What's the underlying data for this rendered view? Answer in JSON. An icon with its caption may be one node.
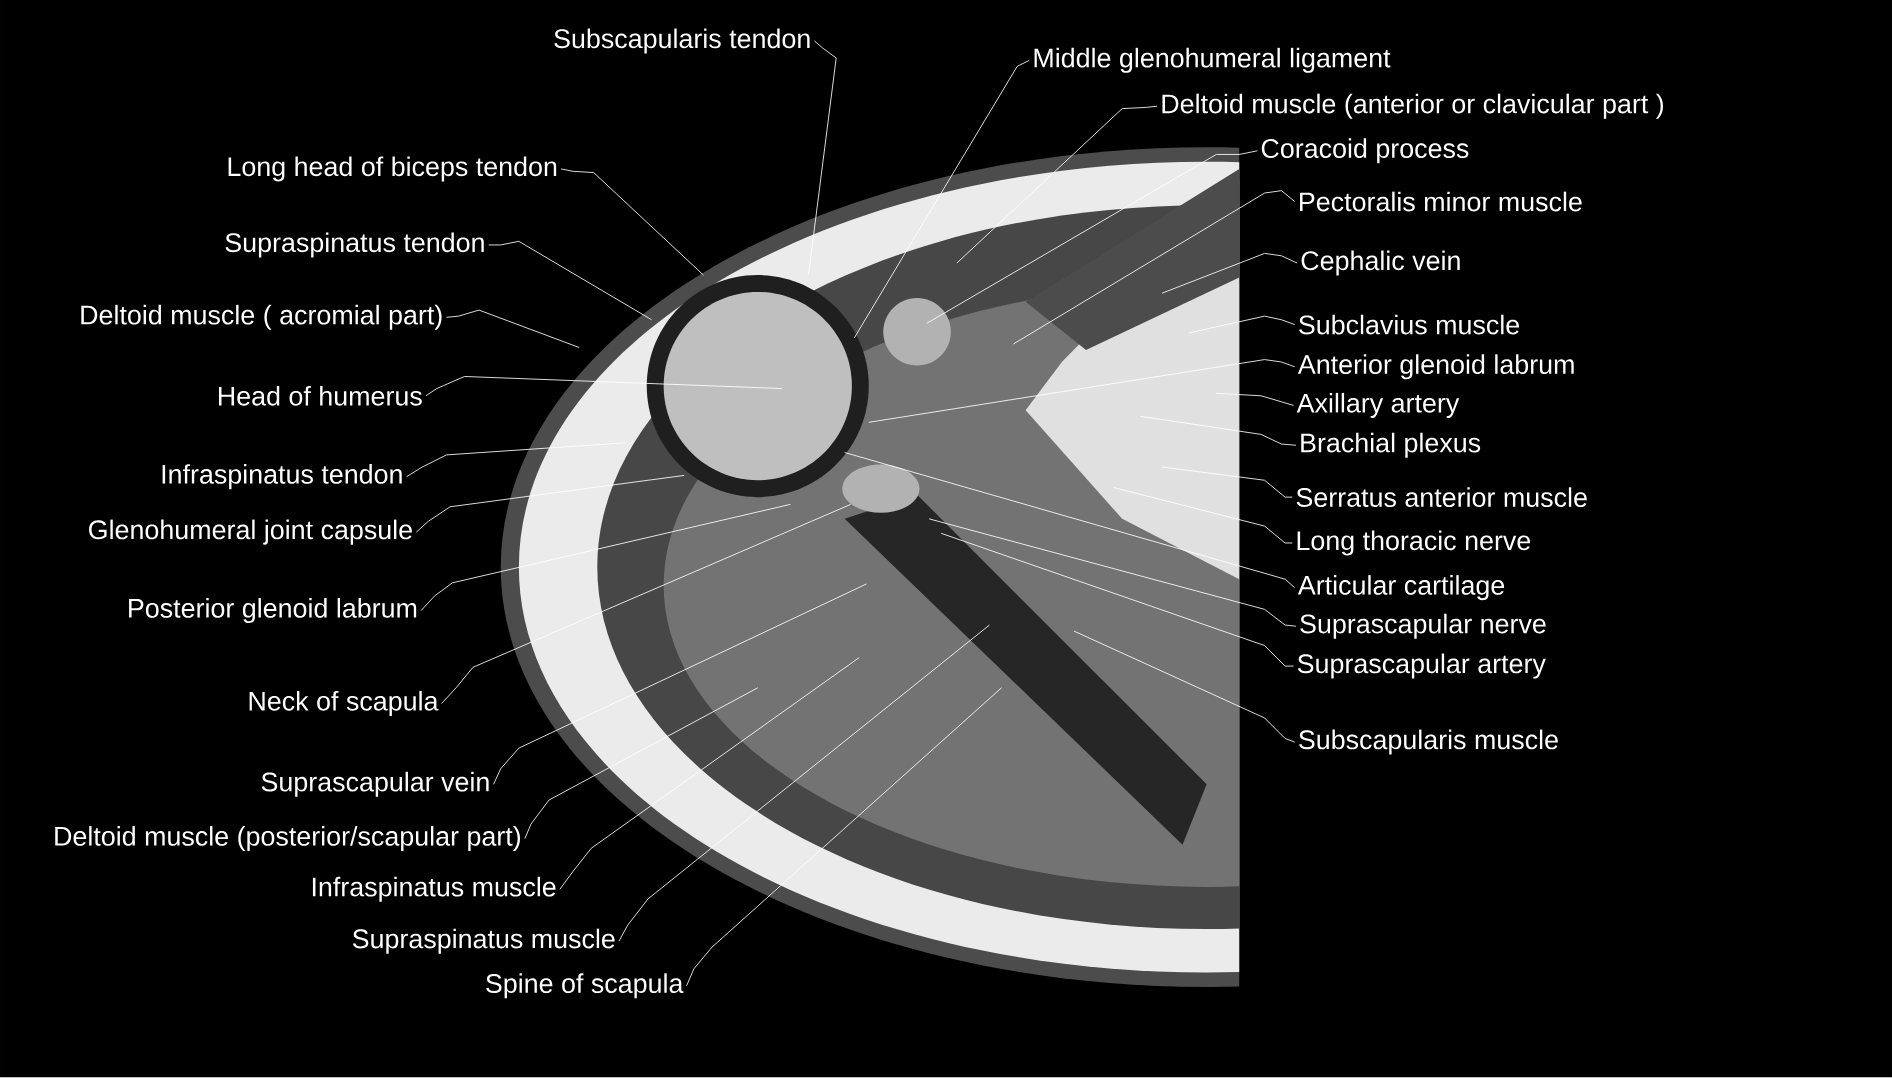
{
  "diagram": {
    "nodes": [
      {
        "text": [
          "Subscapularis tendon"
        ]
      },
      {
        "text": [
          "Middle glenohumeral ligament"
        ]
      },
      {
        "text": [
          "Deltoid muscle (anterior or clavicular part )"
        ]
      },
      {
        "text": [
          "Coracoid process"
        ]
      },
      {
        "text": [
          "Long head of biceps tendon"
        ]
      },
      {
        "text": [
          "Pectoralis minor muscle"
        ]
      },
      {
        "text": [
          "Supraspinatus tendon"
        ]
      },
      {
        "text": [
          "Cephalic vein"
        ]
      },
      {
        "text": [
          "Deltoid muscle ( acromial part)"
        ]
      },
      {
        "text": [
          "Subclavius muscle"
        ]
      },
      {
        "text": [
          "Anterior glenoid labrum"
        ]
      },
      {
        "text": [
          "Head of humerus"
        ]
      },
      {
        "text": [
          "Axillary artery"
        ]
      },
      {
        "text": [
          "Brachial plexus"
        ]
      },
      {
        "text": [
          "Infraspinatus tendon"
        ]
      },
      {
        "text": [
          "Serratus anterior muscle"
        ]
      },
      {
        "text": [
          "Glenohumeral joint capsule"
        ]
      },
      {
        "text": [
          "Long thoracic nerve"
        ]
      },
      {
        "text": [
          "Articular cartilage"
        ]
      },
      {
        "text": [
          "Posterior glenoid labrum"
        ]
      },
      {
        "text": [
          "Suprascapular nerve"
        ]
      },
      {
        "text": [
          "Suprascapular artery"
        ]
      },
      {
        "text": [
          "Neck of scapula"
        ]
      },
      {
        "text": [
          "Subscapularis muscle"
        ]
      },
      {
        "text": [
          "Suprascapular vein"
        ]
      },
      {
        "text": [
          "Deltoid muscle (posterior/scapular part)"
        ]
      },
      {
        "text": [
          "Infraspinatus muscle"
        ]
      },
      {
        "text": [
          "Supraspinatus muscle"
        ]
      },
      {
        "text": [
          "Spine of scapula"
        ]
      }
    ],
    "edges": [
      {
        "from": 0,
        "to": null,
        "arrow": "none"
      },
      {
        "from": 1,
        "to": null,
        "arrow": "none"
      },
      {
        "from": 2,
        "to": null,
        "arrow": "none"
      },
      {
        "from": 3,
        "to": null,
        "arrow": "none"
      },
      {
        "from": 4,
        "to": null,
        "arrow": "none"
      },
      {
        "from": 5,
        "to": null,
        "arrow": "none"
      },
      {
        "from": 6,
        "to": null,
        "arrow": "none"
      },
      {
        "from": 7,
        "to": null,
        "arrow": "none"
      },
      {
        "from": 8,
        "to": null,
        "arrow": "none"
      },
      {
        "from": 9,
        "to": null,
        "arrow": "none"
      },
      {
        "from": 10,
        "to": null,
        "arrow": "none"
      },
      {
        "from": 11,
        "to": null,
        "arrow": "none"
      },
      {
        "from": 12,
        "to": null,
        "arrow": "none"
      },
      {
        "from": 13,
        "to": null,
        "arrow": "none"
      },
      {
        "from": 14,
        "to": null,
        "arrow": "none"
      },
      {
        "from": 15,
        "to": null,
        "arrow": "none"
      },
      {
        "from": 16,
        "to": null,
        "arrow": "none"
      },
      {
        "from": 17,
        "to": null,
        "arrow": "none"
      },
      {
        "from": 18,
        "to": null,
        "arrow": "none"
      },
      {
        "from": 19,
        "to": null,
        "arrow": "none"
      },
      {
        "from": 20,
        "to": null,
        "arrow": "none"
      },
      {
        "from": 21,
        "to": null,
        "arrow": "none"
      },
      {
        "from": 22,
        "to": null,
        "arrow": "none"
      },
      {
        "from": 23,
        "to": null,
        "arrow": "none"
      },
      {
        "from": 24,
        "to": null,
        "arrow": "none"
      },
      {
        "from": 25,
        "to": null,
        "arrow": "none"
      },
      {
        "from": 26,
        "to": null,
        "arrow": "none"
      },
      {
        "from": 27,
        "to": null,
        "arrow": "none"
      },
      {
        "from": 28,
        "to": null,
        "arrow": "none"
      }
    ]
  }
}
